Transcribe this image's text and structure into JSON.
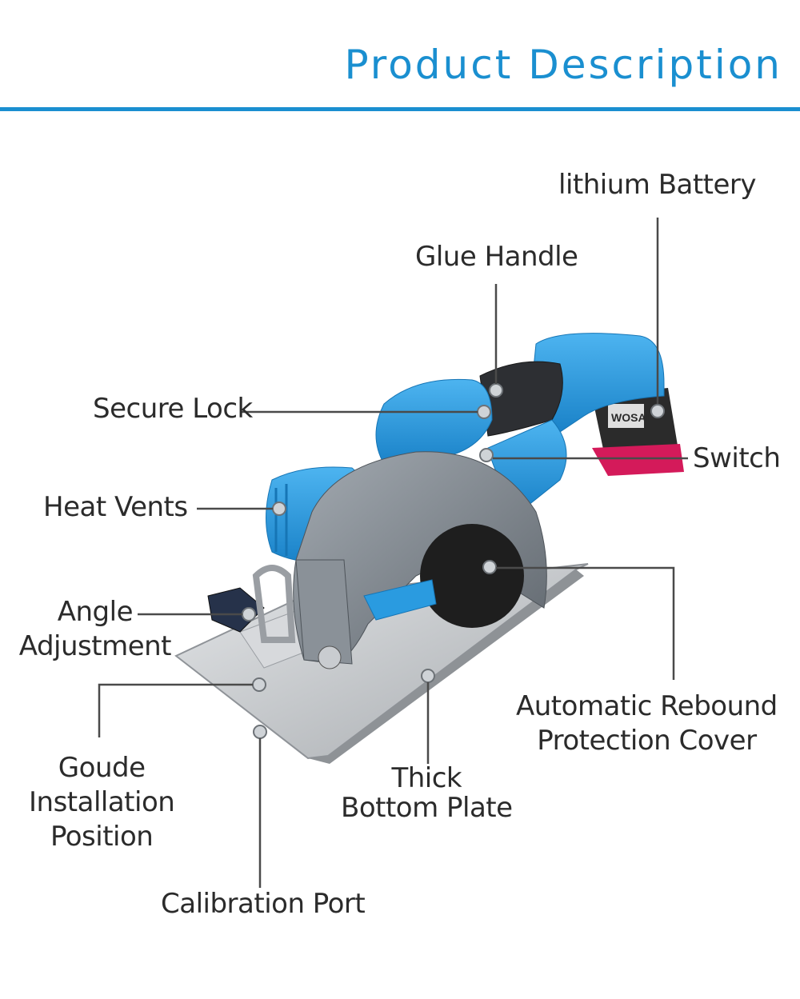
{
  "header": {
    "title": "Product Description"
  },
  "product": {
    "brand_text": "WOSAI"
  },
  "colors": {
    "accent": "#1a8fd0",
    "tool_blue": "#2a9be0",
    "guard_grey": "#7e868e",
    "battery_red": "#d41a5a",
    "plate_steel": "#c9ccd0"
  },
  "callouts": {
    "lithium_battery": "lithium Battery",
    "glue_handle": "Glue Handle",
    "secure_lock": "Secure Lock",
    "switch": "Switch",
    "heat_vents": "Heat Vents",
    "angle_adjustment": [
      "Angle",
      "Adjustment"
    ],
    "automatic_rebound": [
      "Automatic Rebound",
      "Protection Cover"
    ],
    "goude_installation": [
      "Goude",
      "Installation",
      "Position"
    ],
    "thick_bottom_plate": [
      "Thick",
      "Bottom Plate"
    ],
    "calibration_port": "Calibration Port"
  }
}
